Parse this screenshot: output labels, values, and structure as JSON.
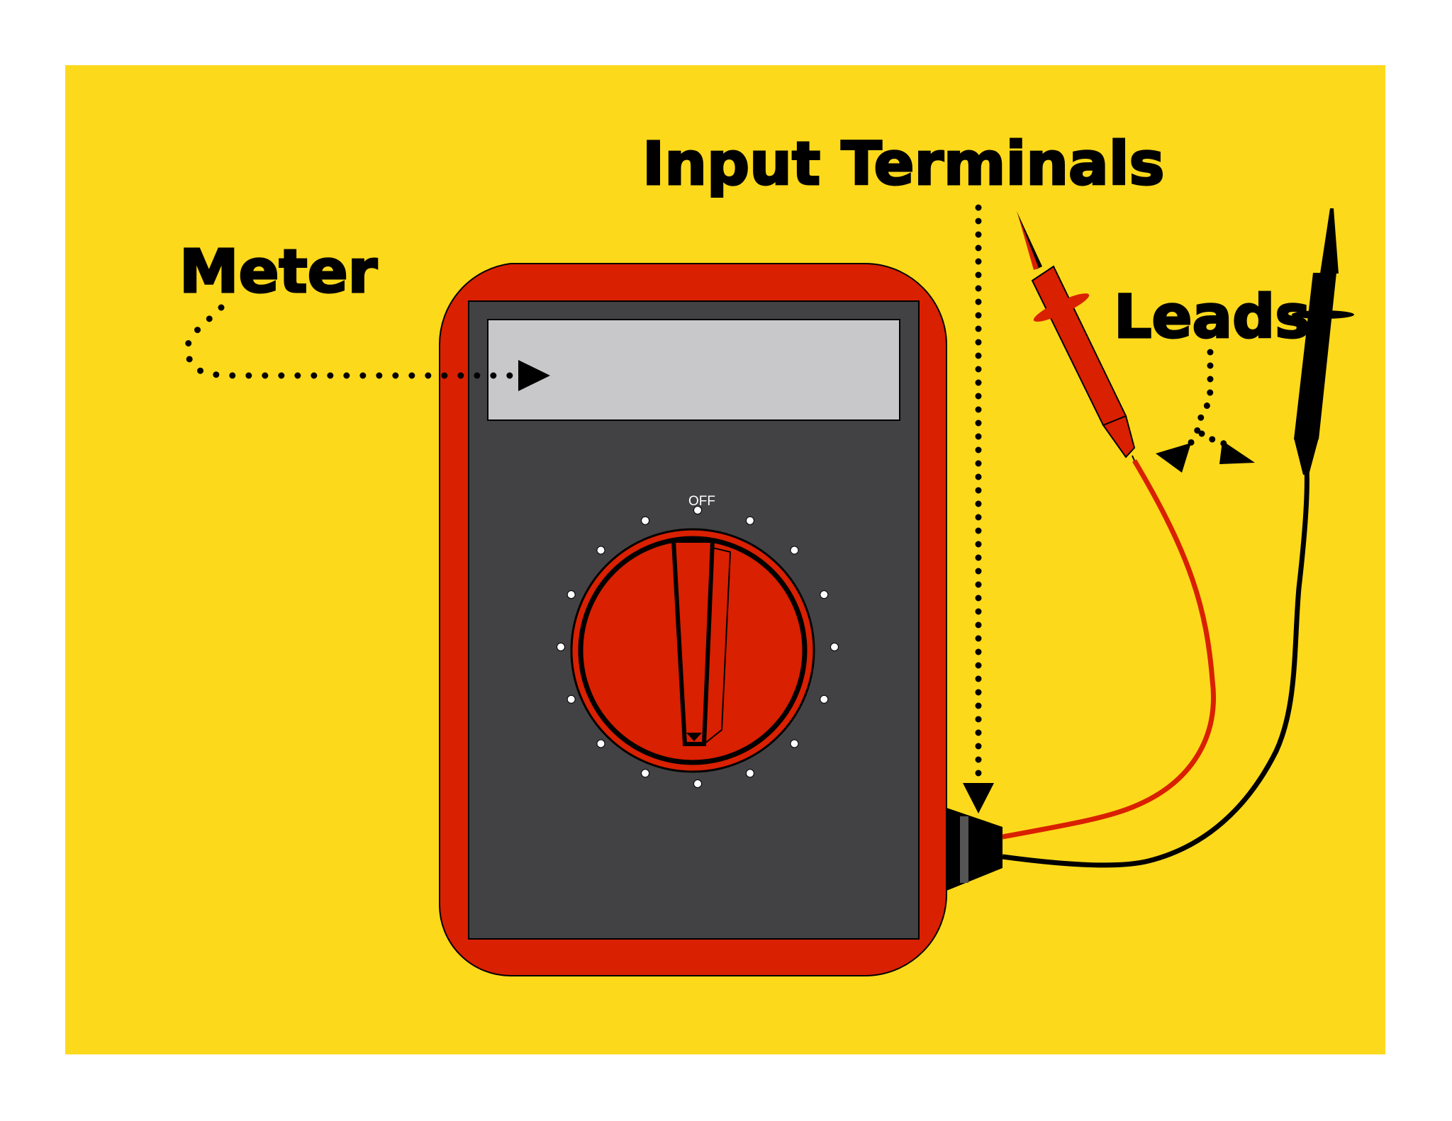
{
  "labels": {
    "meter": "Meter",
    "input_terminals": "Input Terminals",
    "leads": "Leads"
  },
  "dial": {
    "off_label": "OFF",
    "positions": 16
  },
  "colors": {
    "background": "#fdd91b",
    "body_red": "#d92000",
    "face_dark": "#424244",
    "display_gray": "#c8c8ca",
    "lead_red": "#d92000",
    "lead_black": "#000000"
  }
}
